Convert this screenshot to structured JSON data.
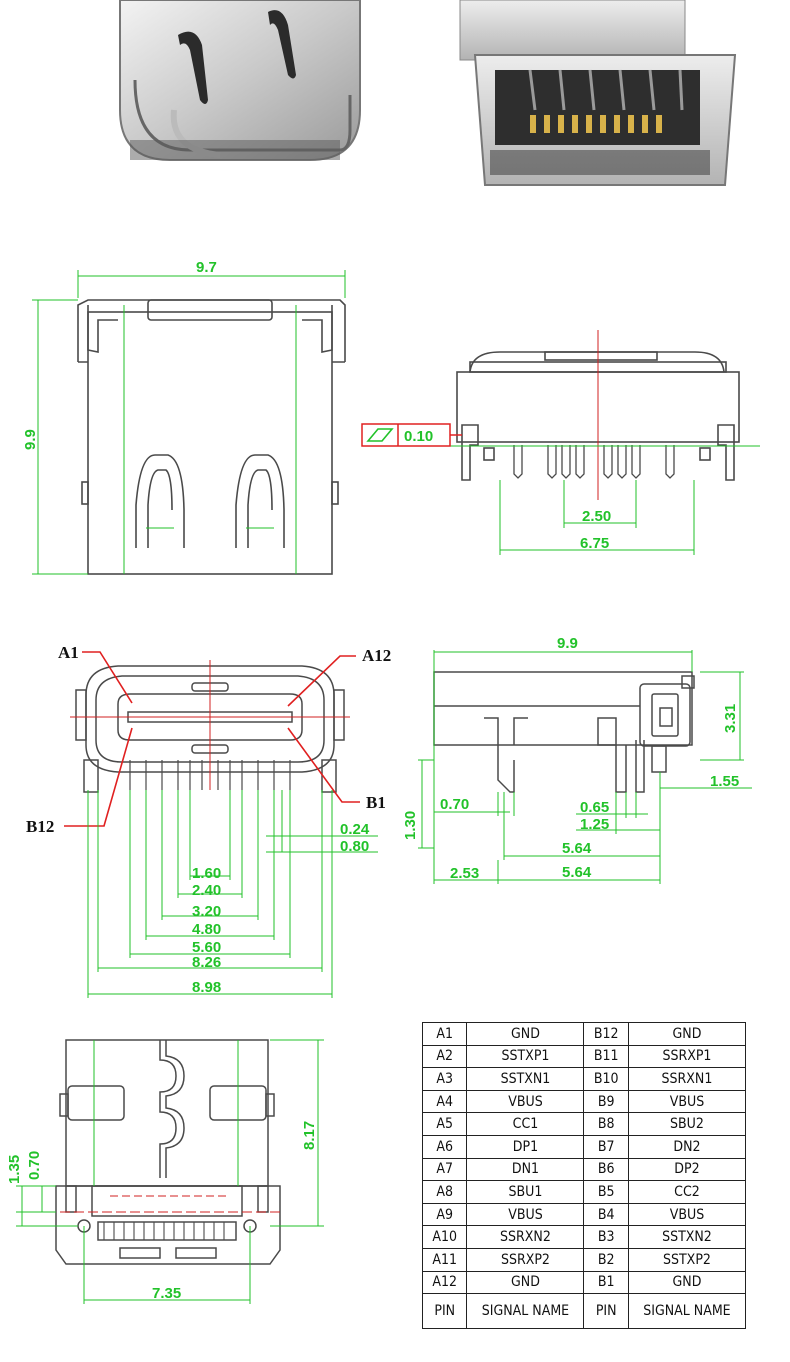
{
  "colors": {
    "outline": "#4a4a4a",
    "dimension": "#22c22a",
    "centerline": "#d02020",
    "callout": "#e02020",
    "metal_light": "#e6e6e6",
    "metal_dark": "#8a8a8a",
    "contact_gold": "#d8b24a"
  },
  "front_view": {
    "width_label": "9.7",
    "height_label": "9.9"
  },
  "side_view": {
    "tolerance_value": "0.10",
    "tolerance_symbol": "parallelogram-icon",
    "pitch_label": "2.50",
    "span_label": "6.75"
  },
  "footprint_view": {
    "callout_a1": "A1",
    "callout_a12": "A12",
    "callout_b1": "B1",
    "callout_b12": "B12",
    "dims": [
      "0.24",
      "0.80",
      "1.60",
      "2.40",
      "3.20",
      "4.80",
      "5.60",
      "8.26",
      "8.98"
    ]
  },
  "profile_view": {
    "length_label": "9.9",
    "height_label": "3.31",
    "offset_label": "1.55",
    "leg_label": "1.30",
    "dims": [
      "0.70",
      "0.65",
      "1.25",
      "5.64",
      "2.53",
      "5.64"
    ]
  },
  "bottom_view": {
    "height_label": "8.17",
    "dim_left_a": "1.35",
    "dim_left_b": "0.70",
    "width_label": "7.35"
  },
  "pin_table": {
    "rows": [
      {
        "a_pin": "A1",
        "a_signal": "GND",
        "b_pin": "B12",
        "b_signal": "GND"
      },
      {
        "a_pin": "A2",
        "a_signal": "SSTXP1",
        "b_pin": "B11",
        "b_signal": "SSRXP1"
      },
      {
        "a_pin": "A3",
        "a_signal": "SSTXN1",
        "b_pin": "B10",
        "b_signal": "SSRXN1"
      },
      {
        "a_pin": "A4",
        "a_signal": "VBUS",
        "b_pin": "B9",
        "b_signal": "VBUS"
      },
      {
        "a_pin": "A5",
        "a_signal": "CC1",
        "b_pin": "B8",
        "b_signal": "SBU2"
      },
      {
        "a_pin": "A6",
        "a_signal": "DP1",
        "b_pin": "B7",
        "b_signal": "DN2"
      },
      {
        "a_pin": "A7",
        "a_signal": "DN1",
        "b_pin": "B6",
        "b_signal": "DP2"
      },
      {
        "a_pin": "A8",
        "a_signal": "SBU1",
        "b_pin": "B5",
        "b_signal": "CC2"
      },
      {
        "a_pin": "A9",
        "a_signal": "VBUS",
        "b_pin": "B4",
        "b_signal": "VBUS"
      },
      {
        "a_pin": "A10",
        "a_signal": "SSRXN2",
        "b_pin": "B3",
        "b_signal": "SSTXN2"
      },
      {
        "a_pin": "A11",
        "a_signal": "SSRXP2",
        "b_pin": "B2",
        "b_signal": "SSTXP2"
      },
      {
        "a_pin": "A12",
        "a_signal": "GND",
        "b_pin": "B1",
        "b_signal": "GND"
      }
    ],
    "header": {
      "pin": "PIN",
      "signal": "SIGNAL NAME"
    }
  }
}
